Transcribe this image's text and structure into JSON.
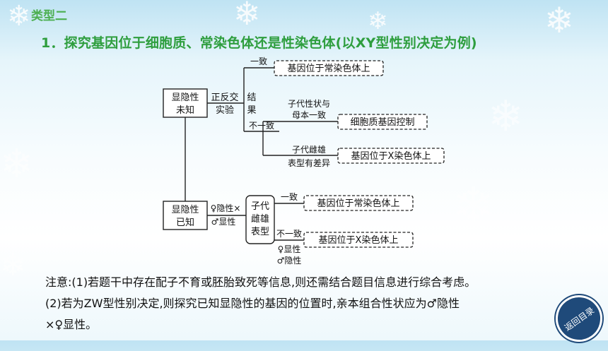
{
  "tag": "类型二",
  "heading": "1．探究基因位于细胞质、常染色体还是性染色体(以XY型性别决定为例)",
  "diagram": {
    "unknown_box": [
      "显隐性",
      "未知"
    ],
    "cross_box": [
      "正反交",
      "实验"
    ],
    "result_label": [
      "结",
      "果"
    ],
    "consistent": "一致",
    "inconsistent": "不一致",
    "res_autosome_top": "基因位于常染色体上",
    "offspring_mother": [
      "子代性状与",
      "母本一致"
    ],
    "res_cytoplasm": "细胞质基因控制",
    "offspring_diff": [
      "子代雌雄",
      "表型有差异"
    ],
    "res_x_top": "基因位于X染色体上",
    "known_box": [
      "显隐性",
      "已知"
    ],
    "cross_known": [
      "♀隐性×",
      "♂显性"
    ],
    "offspring_box": [
      "子代",
      "雌雄",
      "表型"
    ],
    "consistent2": "一致",
    "inconsistent2": "不一致",
    "res_autosome_bottom": "基因位于常染色体上",
    "res_x_bottom": "基因位于X染色体上",
    "bottom_female": "♀显性",
    "bottom_male": "♂隐性"
  },
  "note": {
    "line1": "注意:(1)若题干中存在配子不育或胚胎致死等信息,则还需结合题目信息进行综合考虑。",
    "line2": "(2)若为ZW型性别决定,则探究已知显隐性的基因的位置时,亲本组合性状应为♂隐性",
    "line3": "×♀显性。"
  },
  "nav": {
    "label": "返回目录"
  }
}
